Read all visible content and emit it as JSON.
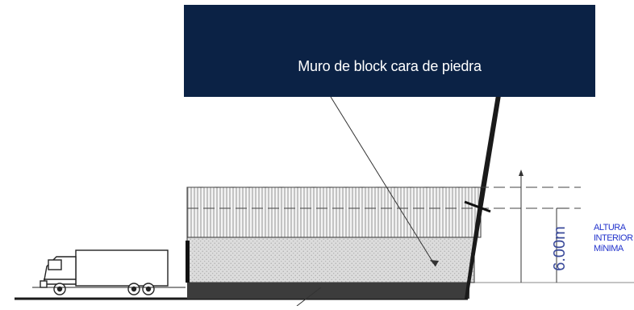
{
  "callout": {
    "text": "Muro de block cara de piedra"
  },
  "dimension": {
    "value_label": "6.00m"
  },
  "height_note": {
    "line1": "ALTURA",
    "line2": "INTERIOR",
    "line3": "MíNIMA"
  },
  "colors": {
    "callout_bg": "#0b2245",
    "callout_text": "#ffffff",
    "line": "#1a1a1a",
    "dimension_text": "#3a4a9a",
    "note_text": "#2233cc"
  },
  "icons": [
    "truck-icon"
  ]
}
